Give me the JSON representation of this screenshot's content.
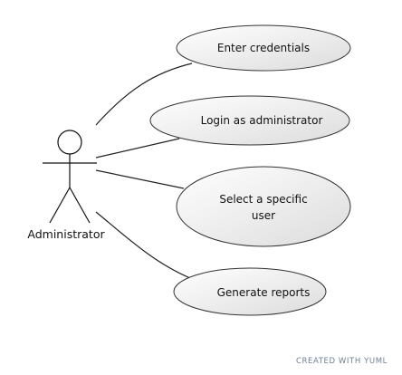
{
  "diagram": {
    "actor": {
      "label": "Administrator"
    },
    "use_cases": [
      {
        "lines": [
          "Enter credentials"
        ]
      },
      {
        "lines": [
          "Login as administrator"
        ]
      },
      {
        "lines": [
          "Select a specific",
          "user"
        ]
      },
      {
        "lines": [
          "Generate reports"
        ]
      }
    ]
  },
  "footer": {
    "text": "CREATED WITH YUML"
  }
}
